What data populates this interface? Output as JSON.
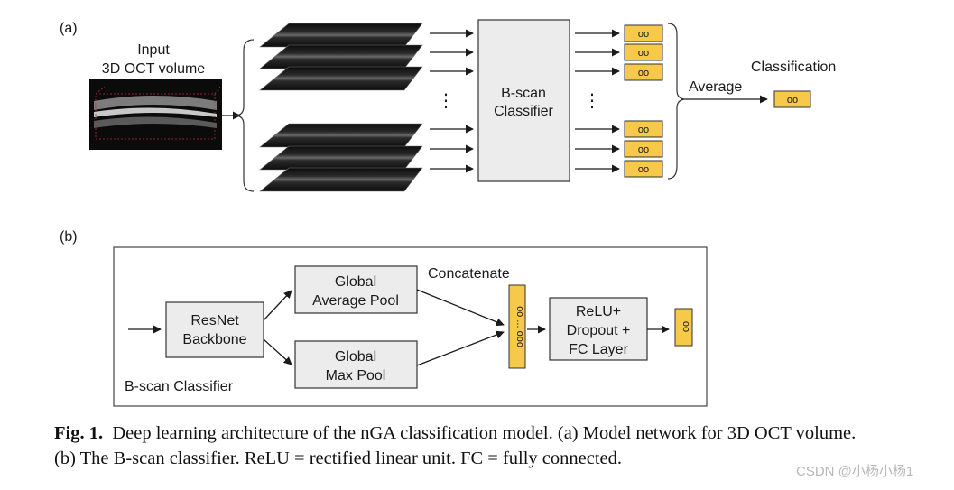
{
  "panel_a": {
    "tag": "(a)",
    "input_label_1": "Input",
    "input_label_2": "3D OCT volume",
    "classifier_1": "B-scan",
    "classifier_2": "Classifier",
    "ellipsis": "⋮",
    "average_label": "Average",
    "classification_label": "Classification",
    "output_glyph": "oo"
  },
  "panel_b": {
    "tag": "(b)",
    "resnet_1": "ResNet",
    "resnet_2": "Backbone",
    "gap_1": "Global",
    "gap_2": "Average Pool",
    "gmp_1": "Global",
    "gmp_2": "Max Pool",
    "concat_label": "Concatenate",
    "head_1": "ReLU+",
    "head_2": "Dropout +",
    "head_3": "FC Layer",
    "box_label": "B-scan Classifier",
    "vec_glyph": "oo ... ooo",
    "out_glyph": "oo"
  },
  "caption": {
    "fig_label": "Fig. 1.",
    "text": "Deep learning architecture of the nGA classification model. (a) Model network for 3D OCT volume. (b) The B-scan classifier. ReLU = rectified linear unit. FC = fully connected."
  },
  "watermark": "CSDN @小杨小杨1",
  "colors": {
    "output_fill": "#f6c94a",
    "box_fill": "#ececec",
    "stroke": "#333333"
  }
}
